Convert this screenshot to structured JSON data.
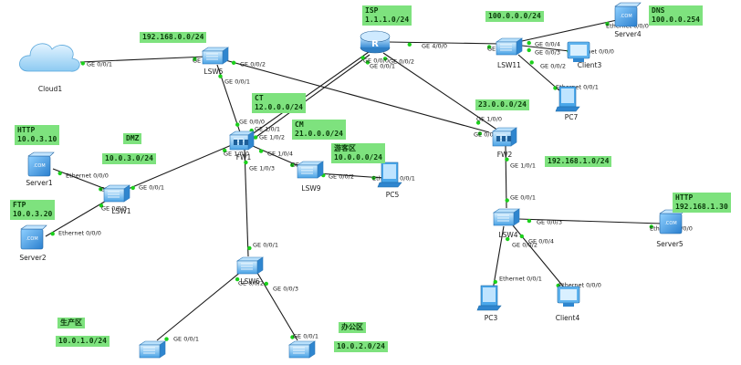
{
  "devices": [
    {
      "id": "cloud1",
      "label": "Cloud1",
      "type": "cloud"
    },
    {
      "id": "lsw5",
      "label": "LSW5",
      "type": "switch"
    },
    {
      "id": "isp",
      "label": "",
      "type": "router"
    },
    {
      "id": "lsw11",
      "label": "LSW11",
      "type": "switch"
    },
    {
      "id": "server4",
      "label": "Server4",
      "type": "server"
    },
    {
      "id": "client3",
      "label": "Client3",
      "type": "client"
    },
    {
      "id": "pc7",
      "label": "PC7",
      "type": "pc"
    },
    {
      "id": "fw1",
      "label": "FW1",
      "type": "firewall"
    },
    {
      "id": "fw2",
      "label": "FW2",
      "type": "firewall"
    },
    {
      "id": "server1",
      "label": "Server1",
      "type": "server"
    },
    {
      "id": "server2",
      "label": "Server2",
      "type": "server"
    },
    {
      "id": "lsw1",
      "label": "LSW1",
      "type": "switch"
    },
    {
      "id": "lsw9",
      "label": "LSW9",
      "type": "switch"
    },
    {
      "id": "pc5",
      "label": "PC5",
      "type": "pc"
    },
    {
      "id": "lsw4",
      "label": "LSW4",
      "type": "switch"
    },
    {
      "id": "server5",
      "label": "Server5",
      "type": "server"
    },
    {
      "id": "pc3",
      "label": "PC3",
      "type": "pc"
    },
    {
      "id": "client4",
      "label": "Client4",
      "type": "client"
    },
    {
      "id": "lsw6",
      "label": "LSW6",
      "type": "switch"
    },
    {
      "id": "lsw7",
      "label": "",
      "type": "switch"
    },
    {
      "id": "lsw8",
      "label": "",
      "type": "switch"
    }
  ],
  "links": [
    {
      "a": "cloud1",
      "b": "lsw5",
      "pa": "GE 0/0/1",
      "pb": "GE 0/0/3"
    },
    {
      "a": "lsw5",
      "b": "fw2",
      "pa": "GE 0/0/2",
      "pb": "GE 1/0/0"
    },
    {
      "a": "lsw5",
      "b": "fw1",
      "pa": "GE 0/0/1",
      "pb": "GE 0/0/0"
    },
    {
      "a": "isp",
      "b": "lsw11",
      "pa": "GE 4/0/0",
      "pb": "GE 0/0/1"
    },
    {
      "a": "isp",
      "b": "fw1",
      "pa": "GE 0/0/0",
      "pb": "GE 1/0/1"
    },
    {
      "a": "isp",
      "b": "fw1",
      "pa": "GE 0/0/1",
      "pb": "GE 1/0/2"
    },
    {
      "a": "isp",
      "b": "fw2",
      "pa": "GE 0/0/2",
      "pb": "GE 0/0/0"
    },
    {
      "a": "lsw11",
      "b": "server4",
      "pa": "GE 0/0/4",
      "pb": "Ethernet 0/0/0"
    },
    {
      "a": "lsw11",
      "b": "client3",
      "pa": "GE 0/0/3",
      "pb": "Ethernet 0/0/0"
    },
    {
      "a": "lsw11",
      "b": "pc7",
      "pa": "GE 0/0/2",
      "pb": "Ethernet 0/0/1"
    },
    {
      "a": "fw1",
      "b": "lsw9",
      "pa": "GE 1/0/4",
      "pb": "GE 0/0/1"
    },
    {
      "a": "lsw9",
      "b": "pc5",
      "pa": "GE 0/0/2",
      "pb": "Ethernet 0/0/1"
    },
    {
      "a": "fw1",
      "b": "lsw1",
      "pa": "GE 1/0/0",
      "pb": "GE 0/0/1"
    },
    {
      "a": "lsw1",
      "b": "server1",
      "pa": "GE 0/0/2",
      "pb": "Ethernet 0/0/0"
    },
    {
      "a": "lsw1",
      "b": "server2",
      "pa": "GE 0/0/3",
      "pb": "Ethernet 0/0/0"
    },
    {
      "a": "fw1",
      "b": "lsw6",
      "pa": "GE 1/0/3",
      "pb": "GE 0/0/1"
    },
    {
      "a": "fw2",
      "b": "lsw4",
      "pa": "GE 1/0/1",
      "pb": "GE 0/0/1"
    },
    {
      "a": "lsw4",
      "b": "server5",
      "pa": "GE 0/0/3",
      "pb": "Ethernet 0/0/0"
    },
    {
      "a": "lsw4",
      "b": "pc3",
      "pa": "GE 0/0/2",
      "pb": "Ethernet 0/0/1"
    },
    {
      "a": "lsw4",
      "b": "client4",
      "pa": "GE 0/0/4",
      "pb": "Ethernet 0/0/0"
    },
    {
      "a": "lsw6",
      "b": "lsw7",
      "pa": "GE 0/0/2",
      "pb": "GE 0/0/1"
    },
    {
      "a": "lsw6",
      "b": "lsw8",
      "pa": "GE 0/0/3",
      "pb": "GE 0/0/1"
    }
  ],
  "labels": [
    {
      "id": "isp",
      "lines": [
        "ISP",
        "1.1.1.0/24"
      ]
    },
    {
      "id": "net192-0",
      "lines": [
        "192.168.0.0/24"
      ]
    },
    {
      "id": "net100",
      "lines": [
        "100.0.0.0/24"
      ]
    },
    {
      "id": "dns",
      "lines": [
        "DNS",
        "100.0.0.254"
      ]
    },
    {
      "id": "ct",
      "lines": [
        "CT",
        "12.0.0.0/24"
      ]
    },
    {
      "id": "cm",
      "lines": [
        "CM",
        "21.0.0.0/24"
      ]
    },
    {
      "id": "net23",
      "lines": [
        "23.0.0.0/24"
      ]
    },
    {
      "id": "http1",
      "lines": [
        "HTTP",
        "10.0.3.10"
      ]
    },
    {
      "id": "dmz",
      "lines": [
        "DMZ"
      ]
    },
    {
      "id": "net1003",
      "lines": [
        "10.0.3.0/24"
      ]
    },
    {
      "id": "visitor",
      "lines": [
        "游客区",
        "10.0.0.0/24"
      ]
    },
    {
      "id": "net192-1",
      "lines": [
        "192.168.1.0/24"
      ]
    },
    {
      "id": "ftp",
      "lines": [
        "FTP",
        "10.0.3.20"
      ]
    },
    {
      "id": "http2",
      "lines": [
        "HTTP",
        "192.168.1.30"
      ]
    },
    {
      "id": "prod",
      "lines": [
        "生产区"
      ]
    },
    {
      "id": "net1001",
      "lines": [
        "10.0.1.0/24"
      ]
    },
    {
      "id": "office",
      "lines": [
        "办公区"
      ]
    },
    {
      "id": "net1002",
      "lines": [
        "10.0.2.0/24"
      ]
    }
  ]
}
